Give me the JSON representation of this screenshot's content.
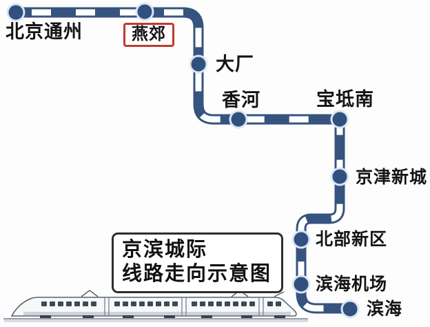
{
  "diagram": {
    "title_box": {
      "line1": "京滨城际",
      "line2": "线路走向示意图"
    },
    "stations": [
      {
        "name": "北京通州",
        "highlighted": false
      },
      {
        "name": "燕郊",
        "highlighted": true
      },
      {
        "name": "大厂",
        "highlighted": false
      },
      {
        "name": "香河",
        "highlighted": false
      },
      {
        "name": "宝坻南",
        "highlighted": false
      },
      {
        "name": "京津新城",
        "highlighted": false
      },
      {
        "name": "北部新区",
        "highlighted": false
      },
      {
        "name": "滨海机场",
        "highlighted": false
      },
      {
        "name": "滨海",
        "highlighted": false
      }
    ],
    "colors": {
      "line": "#37537f",
      "station_dot": "#32507d",
      "station_halo": "#d9e7f3",
      "highlight_border": "#c0392f",
      "text": "#141414",
      "background": "#fdfdfd"
    },
    "icons": {
      "train": "high-speed-train-icon"
    }
  }
}
